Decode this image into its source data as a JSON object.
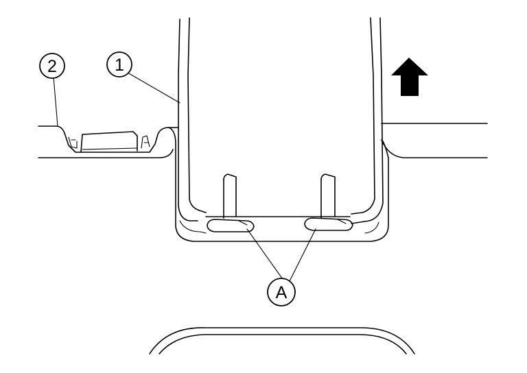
{
  "callouts": {
    "c1": "1",
    "c2": "2",
    "cA": "A"
  },
  "direction_arrow": {
    "icon": "up-arrow-icon",
    "color": "#000000"
  }
}
